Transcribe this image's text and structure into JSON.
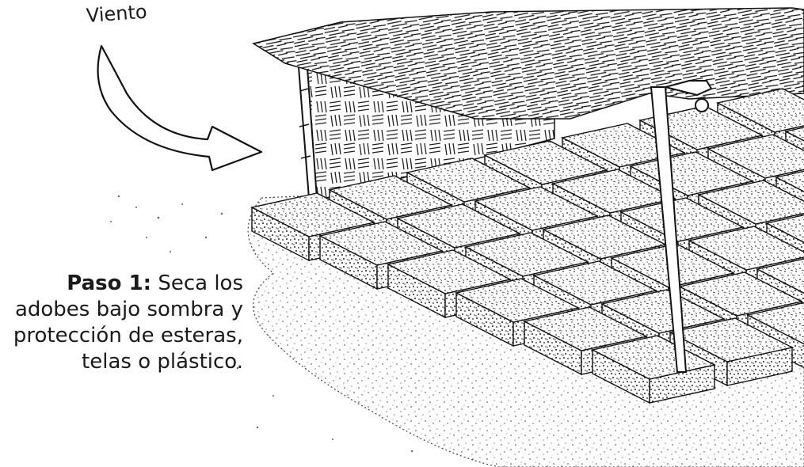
{
  "wind_label": "Viento",
  "caption": {
    "step_label": "Paso 1:",
    "text": "Seca los adobes bajo sombra y protección de esteras, telas o plástico."
  },
  "colors": {
    "ink": "#1a1a1a",
    "background": "#ffffff"
  },
  "icons": [
    "wind-arrow-icon",
    "thatched-roof",
    "woven-mat-wall",
    "adobe-brick",
    "wooden-post"
  ]
}
